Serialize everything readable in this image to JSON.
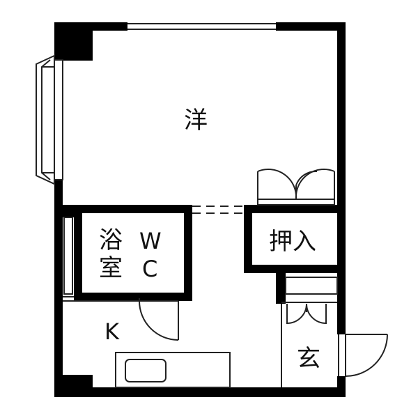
{
  "floor_plan": {
    "rooms": {
      "western_room": "洋",
      "closet": "押入",
      "bath": [
        "浴",
        "室"
      ],
      "wc": [
        "W",
        "C"
      ],
      "kitchen": "K",
      "entrance": "玄"
    },
    "colors": {
      "wall": "#000000",
      "line": "#222222",
      "background": "#ffffff"
    }
  }
}
